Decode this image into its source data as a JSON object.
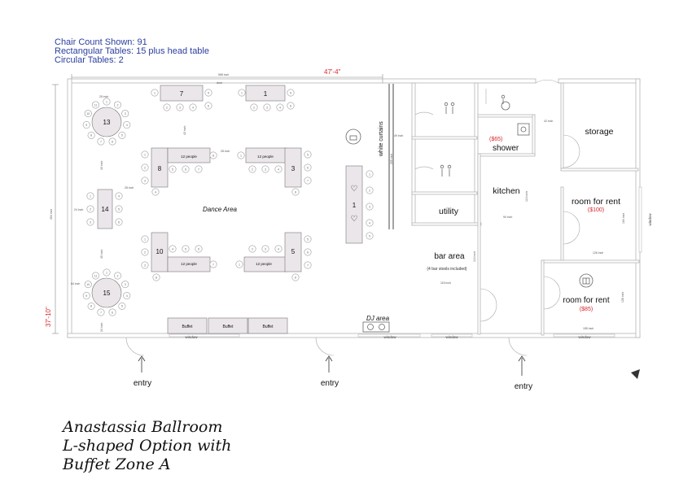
{
  "info": {
    "chair_count": "Chair Count Shown: 91",
    "rect_tables": "Rectangular Tables: 15 plus head table",
    "circ_tables": "Circular Tables: 2"
  },
  "title_lines": [
    "Anastassia Ballroom",
    "L-shaped Option with",
    "Buffet Zone A"
  ],
  "dimensions": {
    "width": "47'-4\"",
    "height": "37'-10\"",
    "top_inch": "568 inch",
    "left_inch": "454 inch",
    "gap_a": "25 inch",
    "gap_b": "42 inch",
    "gap_c": "28 inch",
    "gap_d": "28 inch",
    "gap_e": "43 inch",
    "gap_f": "24 inch",
    "gap_g": "45 inch",
    "gap_h": "84 inch",
    "gap_i": "24 inch",
    "gap_j": "49 inch",
    "gap_k": "205 inch",
    "gap_l": "42 inch",
    "gap_m": "114 inch",
    "gap_n": "90 inch",
    "gap_o": "164 inch",
    "gap_p": "126 inch",
    "gap_q": "114 inch",
    "gap_r": "115 inch",
    "gap_s": "128 inch",
    "gap_t": "155 inch",
    "door_small": "door"
  },
  "tables": {
    "t1": "1",
    "t3": "3",
    "t5": "5",
    "t7": "7",
    "t8": "8",
    "t10": "10",
    "t13": "13",
    "t14": "14",
    "t15": "15",
    "head": "1",
    "people12": "12 people"
  },
  "rooms": {
    "dance": "Dance Area",
    "curtains": "white curtains",
    "shower": "shower",
    "shower_price": "($65)",
    "kitchen": "kitchen",
    "utility": "utility",
    "bar": "bar area",
    "bar_note": "(4 bar stools included)",
    "storage": "storage",
    "rent1": "room for rent",
    "rent1_price": "($100)",
    "rent2": "room for rent",
    "rent2_price": "($85)",
    "dj": "DJ area"
  },
  "buffet": [
    "Buffet",
    "Buffet",
    "Buffet"
  ],
  "windows": [
    "window",
    "window",
    "window",
    "window",
    "window"
  ],
  "entries": [
    "entry",
    "entry",
    "entry"
  ],
  "seat_numbers": {
    "t7": [
      "1",
      "2",
      "3",
      "4",
      "5",
      "6"
    ],
    "t1": [
      "1",
      "2",
      "3",
      "4",
      "5",
      "6"
    ],
    "t13": [
      "1",
      "2",
      "3",
      "4",
      "5",
      "6",
      "7",
      "8",
      "9",
      "10",
      "11"
    ],
    "t8": [
      "1",
      "2",
      "3",
      "4",
      "5",
      "6",
      "7",
      "8"
    ],
    "t3": [
      "1",
      "2",
      "3",
      "4",
      "5",
      "6",
      "7",
      "8"
    ],
    "t14": [
      "1",
      "2",
      "3",
      "4",
      "5",
      "6"
    ],
    "t10": [
      "1",
      "2",
      "3",
      "4",
      "5",
      "6",
      "7",
      "8"
    ],
    "t5": [
      "1",
      "2",
      "3",
      "4",
      "5",
      "6",
      "7",
      "8"
    ],
    "t15": [
      "1",
      "2",
      "3",
      "4",
      "5",
      "6",
      "7",
      "8",
      "9",
      "10",
      "11"
    ],
    "head": [
      "1",
      "2",
      "3",
      "4",
      "5"
    ]
  },
  "colors": {
    "blue_text": "#2b3f9e",
    "red_text": "#d9262b",
    "wall": "#b5b5b5",
    "table_fill": "#ebe6ea",
    "chair_stroke": "#9a9a9a"
  }
}
